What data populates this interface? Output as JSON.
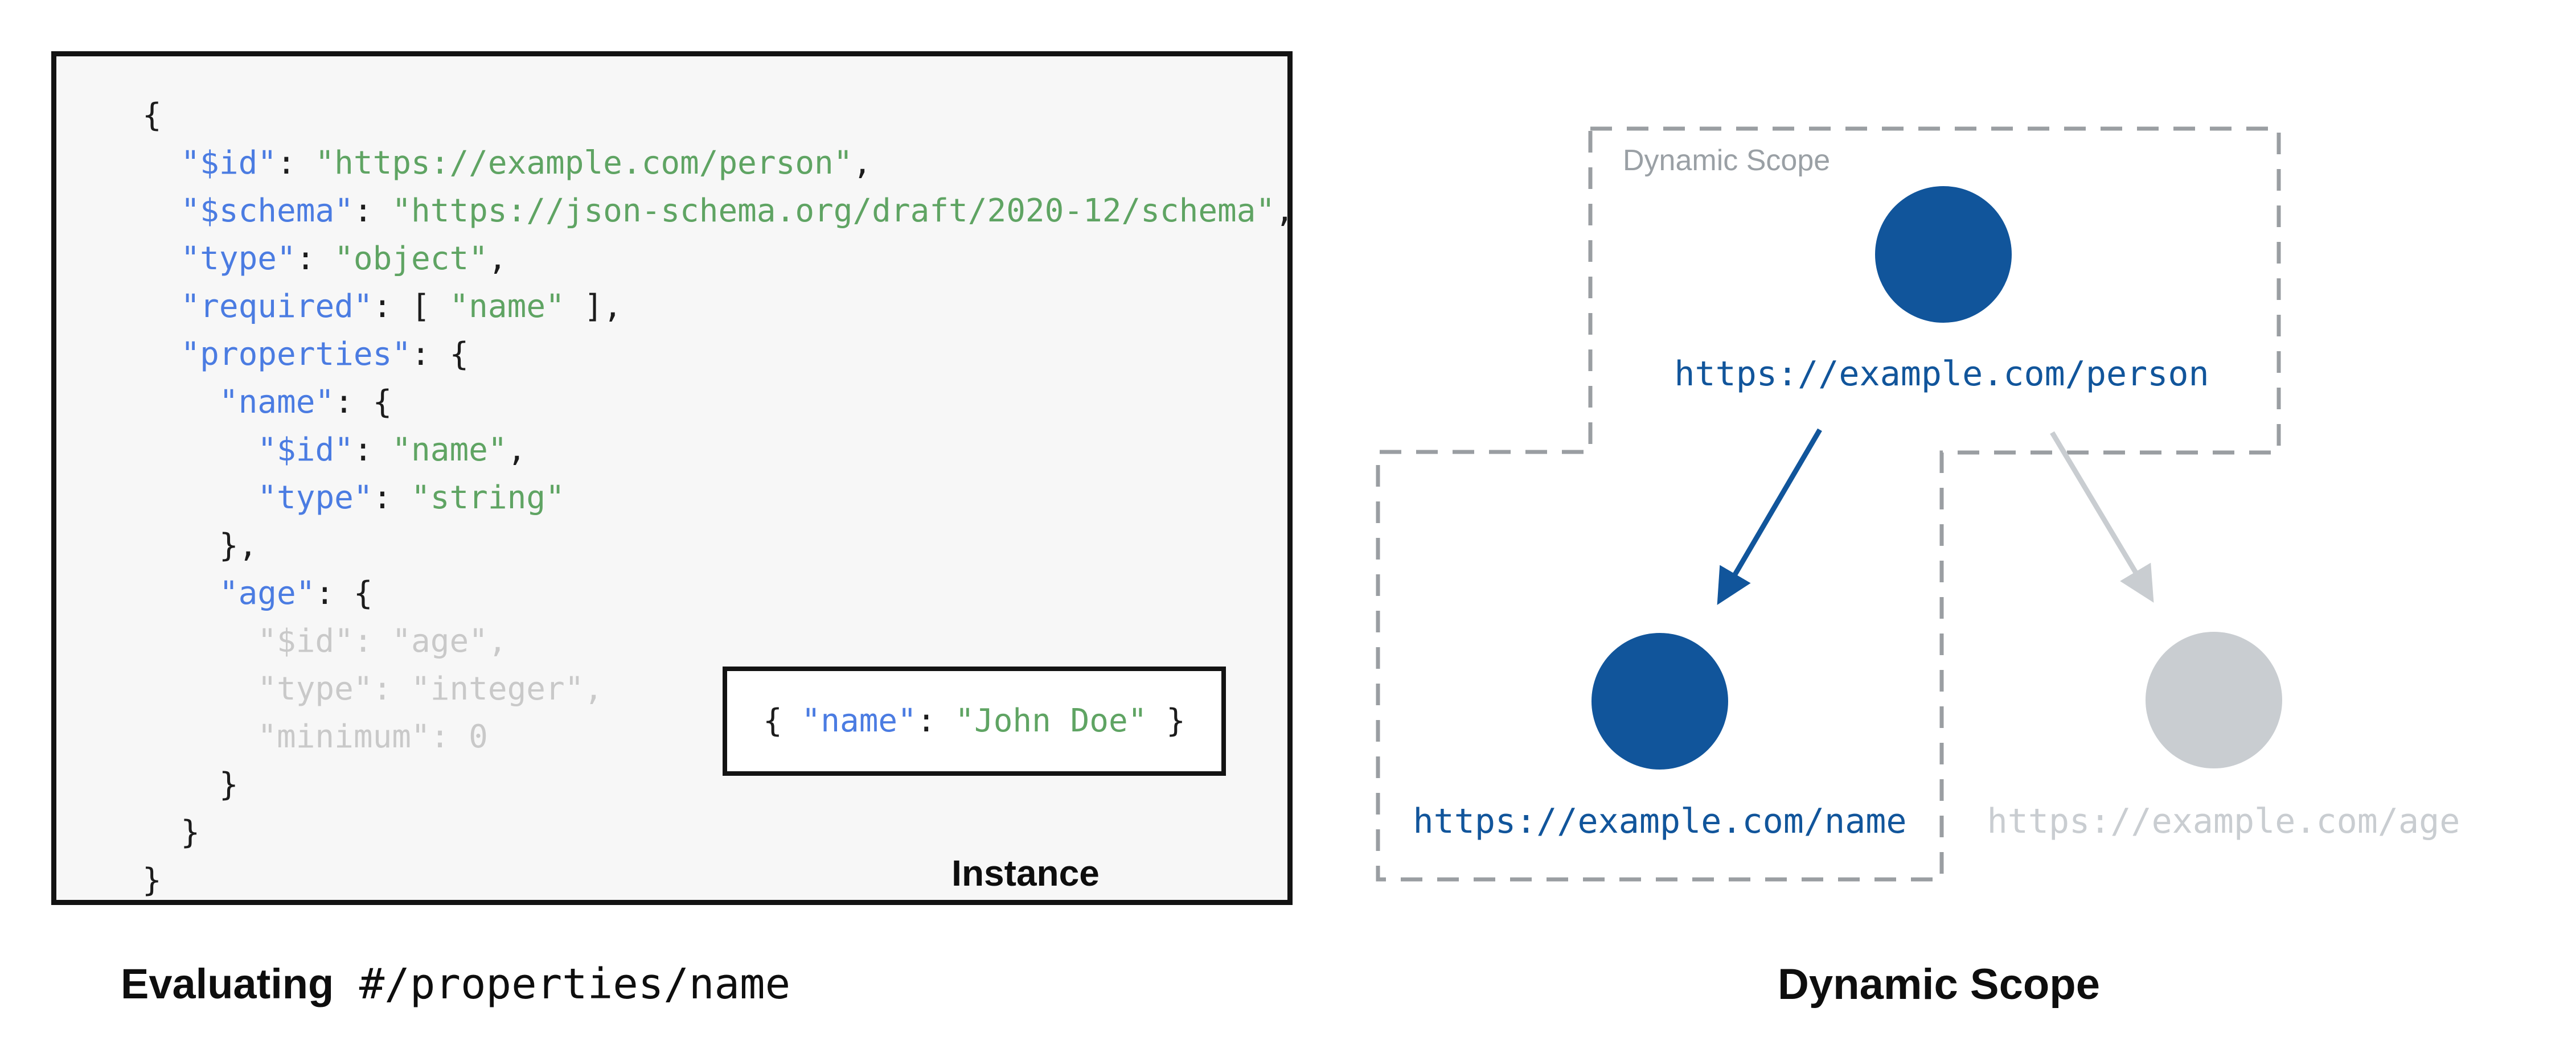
{
  "colors": {
    "code_plain": "#1c1c1c",
    "key_blue": "#4b7ce2",
    "string_green": "#5fa463",
    "muted_gray": "#c9c9c9",
    "node_blue": "#11559b",
    "node_gray": "#c9cdd1",
    "dash_gray": "#9a9ea2",
    "scope_label_gray": "#9aa0a5",
    "code_bg": "#f7f7f7",
    "box_border": "#131313"
  },
  "left": {
    "caption_bold": "Evaluating",
    "caption_mono": " #/properties/name",
    "instance_label": "Instance",
    "code_lines": [
      [
        [
          "p",
          "{"
        ]
      ],
      [
        [
          "p",
          "  "
        ],
        [
          "k",
          "\"$id\""
        ],
        [
          "p",
          ": "
        ],
        [
          "s",
          "\"https://example.com/person\""
        ],
        [
          "p",
          ","
        ]
      ],
      [
        [
          "p",
          "  "
        ],
        [
          "k",
          "\"$schema\""
        ],
        [
          "p",
          ": "
        ],
        [
          "s",
          "\"https://json-schema.org/draft/2020-12/schema\""
        ],
        [
          "p",
          ","
        ]
      ],
      [
        [
          "p",
          "  "
        ],
        [
          "k",
          "\"type\""
        ],
        [
          "p",
          ": "
        ],
        [
          "s",
          "\"object\""
        ],
        [
          "p",
          ","
        ]
      ],
      [
        [
          "p",
          "  "
        ],
        [
          "k",
          "\"required\""
        ],
        [
          "p",
          ": [ "
        ],
        [
          "s",
          "\"name\""
        ],
        [
          "p",
          " ],"
        ]
      ],
      [
        [
          "p",
          "  "
        ],
        [
          "k",
          "\"properties\""
        ],
        [
          "p",
          ": {"
        ]
      ],
      [
        [
          "p",
          "    "
        ],
        [
          "k",
          "\"name\""
        ],
        [
          "p",
          ": {"
        ]
      ],
      [
        [
          "p",
          "      "
        ],
        [
          "k",
          "\"$id\""
        ],
        [
          "p",
          ": "
        ],
        [
          "s",
          "\"name\""
        ],
        [
          "p",
          ","
        ]
      ],
      [
        [
          "p",
          "      "
        ],
        [
          "k",
          "\"type\""
        ],
        [
          "p",
          ": "
        ],
        [
          "s",
          "\"string\""
        ]
      ],
      [
        [
          "p",
          "    },"
        ]
      ],
      [
        [
          "p",
          "    "
        ],
        [
          "k",
          "\"age\""
        ],
        [
          "p",
          ": {"
        ]
      ],
      [
        [
          "m",
          "      \"$id\": \"age\","
        ]
      ],
      [
        [
          "m",
          "      \"type\": \"integer\","
        ]
      ],
      [
        [
          "m",
          "      \"minimum\": 0"
        ]
      ],
      [
        [
          "p",
          "    }"
        ]
      ],
      [
        [
          "p",
          "  }"
        ]
      ],
      [
        [
          "p",
          "}"
        ]
      ]
    ],
    "instance_tokens": [
      [
        [
          "p",
          "{ "
        ],
        [
          "k",
          "\"name\""
        ],
        [
          "p",
          ": "
        ],
        [
          "s",
          "\"John Doe\""
        ],
        [
          "p",
          " }"
        ]
      ]
    ]
  },
  "right": {
    "scope_label": "Dynamic Scope",
    "caption": "Dynamic Scope",
    "nodes": [
      {
        "id": "person",
        "url": "https://example.com/person",
        "state": "in-scope"
      },
      {
        "id": "name",
        "url": "https://example.com/name",
        "state": "in-scope"
      },
      {
        "id": "age",
        "url": "https://example.com/age",
        "state": "out-of-scope"
      }
    ]
  }
}
